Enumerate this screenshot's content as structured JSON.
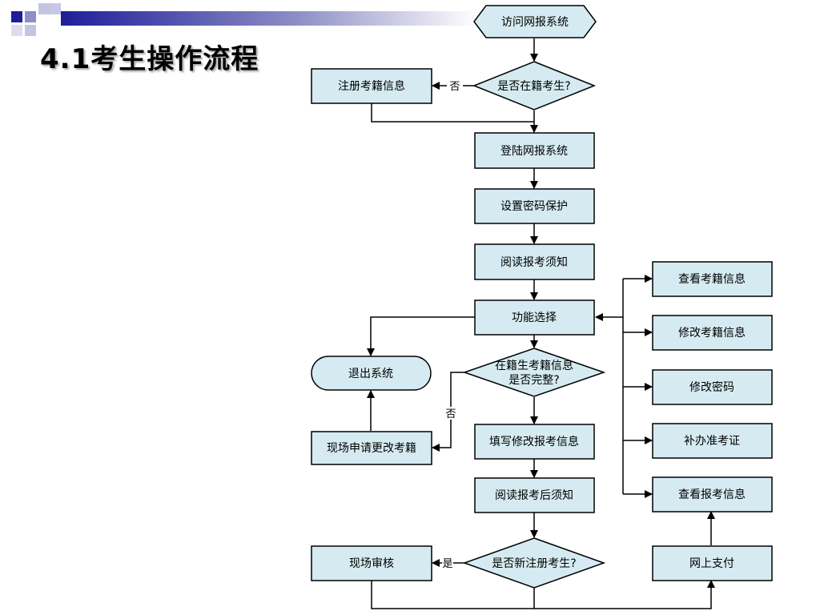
{
  "slide": {
    "title": "4.1考生操作流程",
    "accent_color": "#1e1e9a"
  },
  "flow": {
    "nodes": {
      "visit": "访问网报系统",
      "is_registered": "是否在籍考生?",
      "register_info": "注册考籍信息",
      "login": "登陆网报系统",
      "set_password": "设置密码保护",
      "read_notice": "阅读报考须知",
      "function_select": "功能选择",
      "info_complete_line1": "在籍生考籍信息",
      "info_complete_line2": "是否完整?",
      "exit_system": "退出系统",
      "onsite_change": "现场申请更改考籍",
      "fill_modify": "填写修改报考信息",
      "read_after_notice": "阅读报考后须知",
      "is_new_registration": "是否新注册考生?",
      "onsite_review": "现场审核",
      "view_student_info": "查看考籍信息",
      "modify_student_info": "修改考籍信息",
      "modify_password": "修改密码",
      "reissue_admission": "补办准考证",
      "view_exam_info": "查看报考信息",
      "online_payment": "网上支付"
    },
    "edge_labels": {
      "no_1": "否",
      "no_2": "否",
      "yes": "是"
    }
  }
}
